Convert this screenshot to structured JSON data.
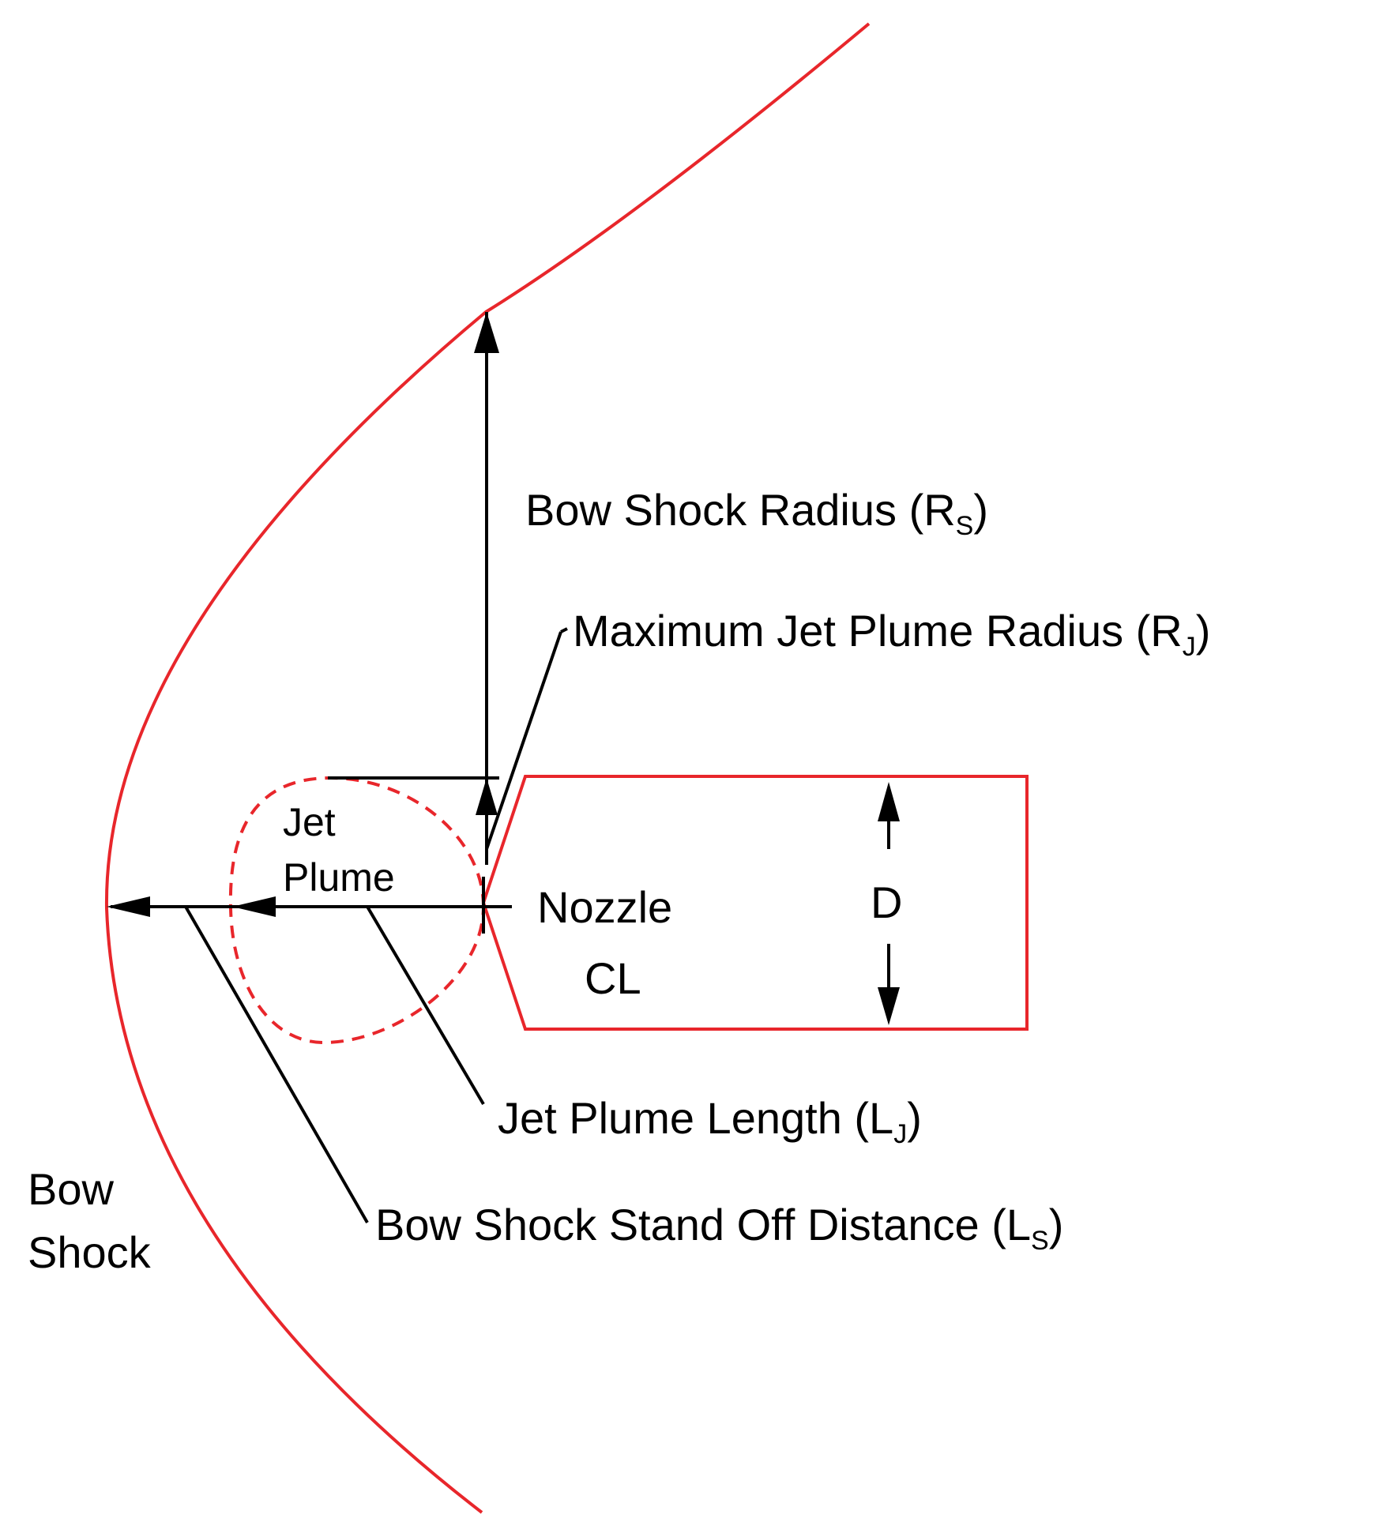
{
  "colors": {
    "shock": "#e8262b",
    "ink": "#000000",
    "background": "#ffffff"
  },
  "labels": {
    "bow_shock_radius": {
      "text": "Bow Shock Radius (R",
      "sub": "S",
      "close": ")"
    },
    "max_jet_plume_radius": {
      "text": "Maximum Jet Plume Radius (R",
      "sub": "J",
      "close": ")"
    },
    "jet_plume_line1": "Jet",
    "jet_plume_line2": "Plume",
    "nozzle_line1": "Nozzle",
    "nozzle_line2": "CL",
    "diameter": "D",
    "jet_plume_length": {
      "text": "Jet Plume Length (L",
      "sub": "J",
      "close": ")"
    },
    "bow_shock_line1": "Bow",
    "bow_shock_line2": "Shock",
    "bow_shock_standoff": {
      "text": "Bow Shock Stand Off Distance (L",
      "sub": "S",
      "close": ")"
    }
  }
}
